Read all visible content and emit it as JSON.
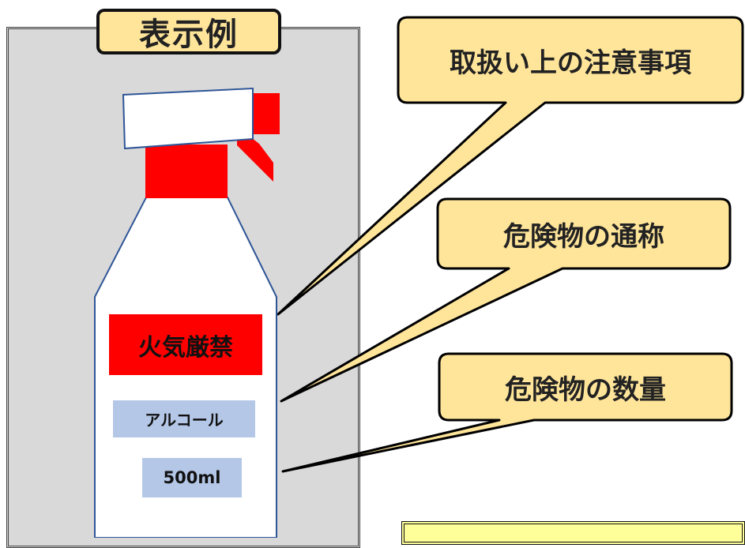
{
  "title": "表示例",
  "bottle_labels": {
    "warning": "火気厳禁",
    "name": "アルコール",
    "quantity": "500ml"
  },
  "callouts": {
    "handling_precautions": "取扱い上の注意事項",
    "common_name": "危険物の通称",
    "quantity": "危険物の数量"
  },
  "colors": {
    "panel": "#d9d9d9",
    "callout_fill": "#ffe59a",
    "bottle_red": "#ff0000",
    "label_blue": "#b4c7e7"
  }
}
